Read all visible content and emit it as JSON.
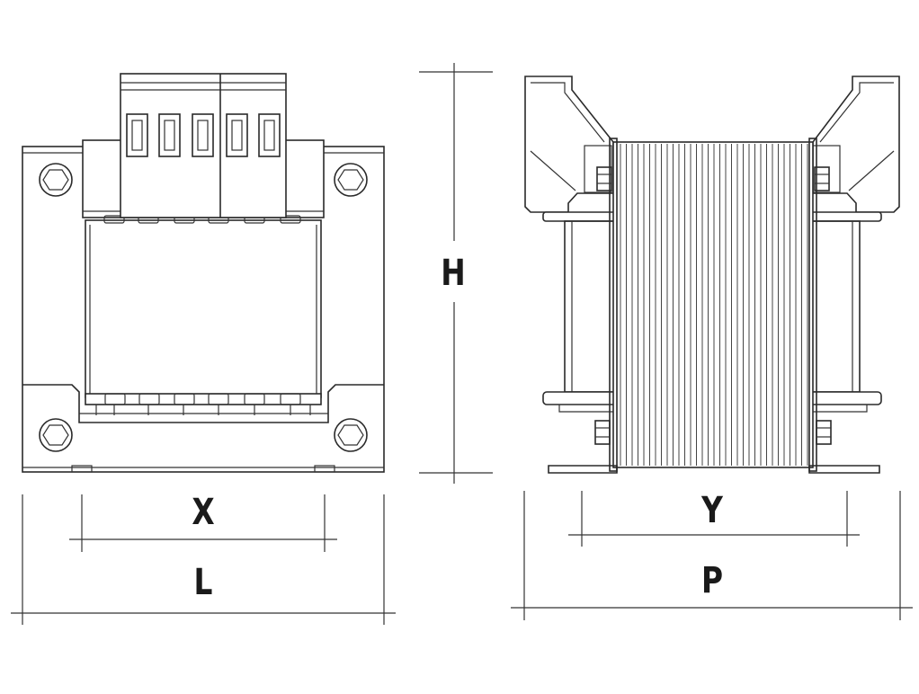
{
  "labels": {
    "height": "H",
    "mount_width": "X",
    "length": "L",
    "mount_depth": "Y",
    "depth": "P"
  },
  "colors": {
    "line": "#2a2a2a",
    "background": "#ffffff"
  }
}
